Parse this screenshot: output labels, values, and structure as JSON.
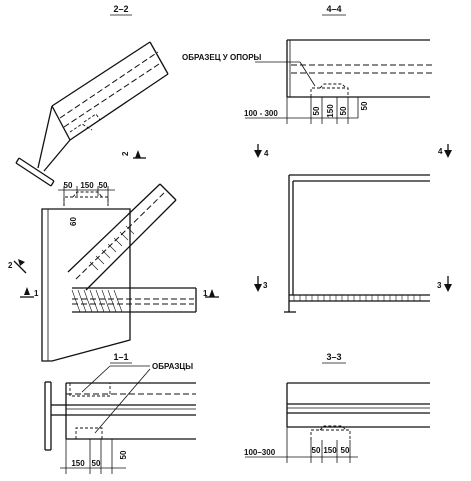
{
  "sections": {
    "s22": "2–2",
    "s44": "4–4",
    "s11": "1–1",
    "s33": "3–3"
  },
  "labels": {
    "sample_at_support": "ОБРАЗЕЦ У ОПОРЫ",
    "samples": "ОБРАЗЦЫ"
  },
  "markers": {
    "m1": "1",
    "m2": "2",
    "m3": "3",
    "m4": "4"
  },
  "dims": {
    "d100_300": "100 - 300",
    "d100_300b": "100–300",
    "d50": "50",
    "d150": "150",
    "d60": "60"
  }
}
